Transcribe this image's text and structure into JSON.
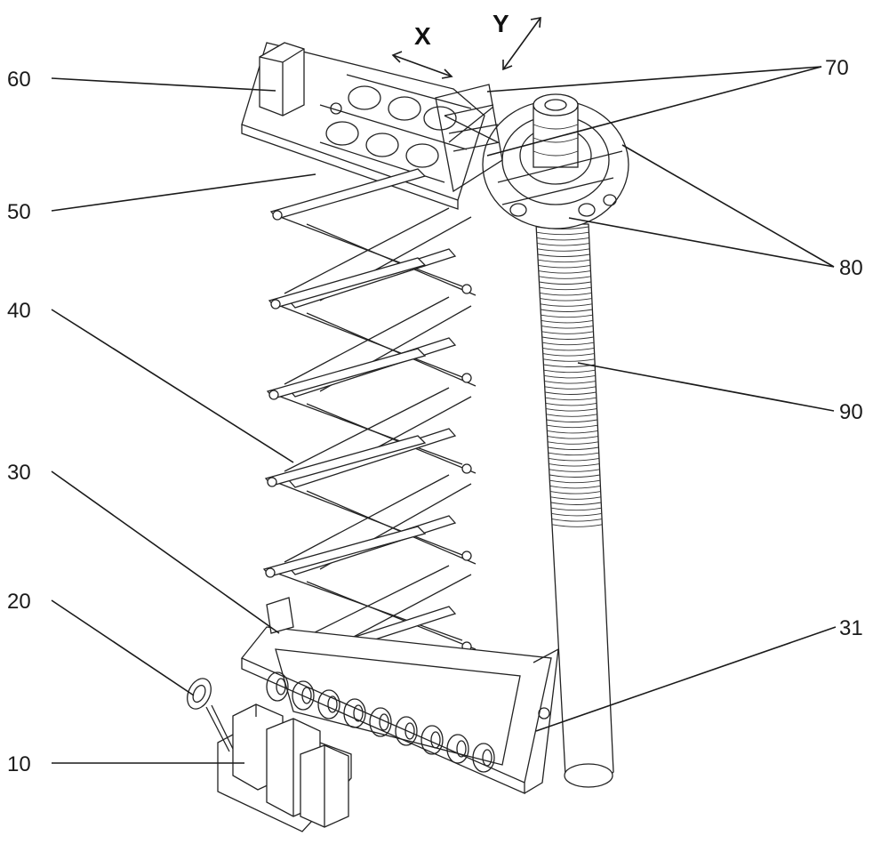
{
  "axes": {
    "x": "X",
    "y": "Y"
  },
  "labels": {
    "l10": "10",
    "l20": "20",
    "l30": "30",
    "l31": "31",
    "l40": "40",
    "l50": "50",
    "l60": "60",
    "l70": "70",
    "l80": "80",
    "l90": "90"
  },
  "colors": {
    "line": "#1a1a1a",
    "background": "#ffffff"
  }
}
